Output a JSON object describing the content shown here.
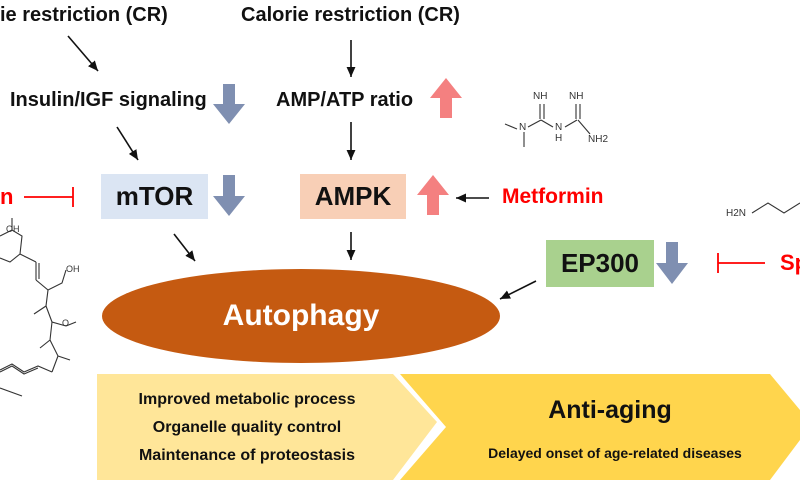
{
  "labels": {
    "cr_left": "ie restriction (CR)",
    "cr_right": "Calorie restriction (CR)",
    "insulin": "Insulin/IGF signaling",
    "ampatp": "AMP/ATP ratio",
    "rapamycin": "n",
    "metformin": "Metformin",
    "spermidine": "Sp"
  },
  "nodes": {
    "mtor": "mTOR",
    "ampk": "AMPK",
    "ep300": "EP300",
    "autophagy": "Autophagy"
  },
  "effects": {
    "items": [
      "Improved metabolic process",
      "Organelle quality control",
      "Maintenance of proteostasis"
    ],
    "title": "Anti-aging",
    "subtitle": "Delayed onset of age-related diseases"
  },
  "molecules": {
    "metformin": {
      "nh_top_left": "NH",
      "nh_top_right": "NH",
      "n": "N",
      "h": "H",
      "nh2": "NH2"
    },
    "spermidine": {
      "h2n": "H2N"
    },
    "rapamycin": {
      "oh1": "OH",
      "oh2": "OH",
      "o": "O"
    }
  },
  "colors": {
    "down_arrow": "#7f8fb1",
    "up_arrow": "#f48080",
    "inhibitor": "#ff0000",
    "mtor_box": "#dbe5f3",
    "ampk_box": "#f8cfb6",
    "ep300_box": "#a9d18e",
    "autophagy": "#c55a11",
    "chevron_left": "#ffe699",
    "chevron_right": "#ffd54d"
  }
}
